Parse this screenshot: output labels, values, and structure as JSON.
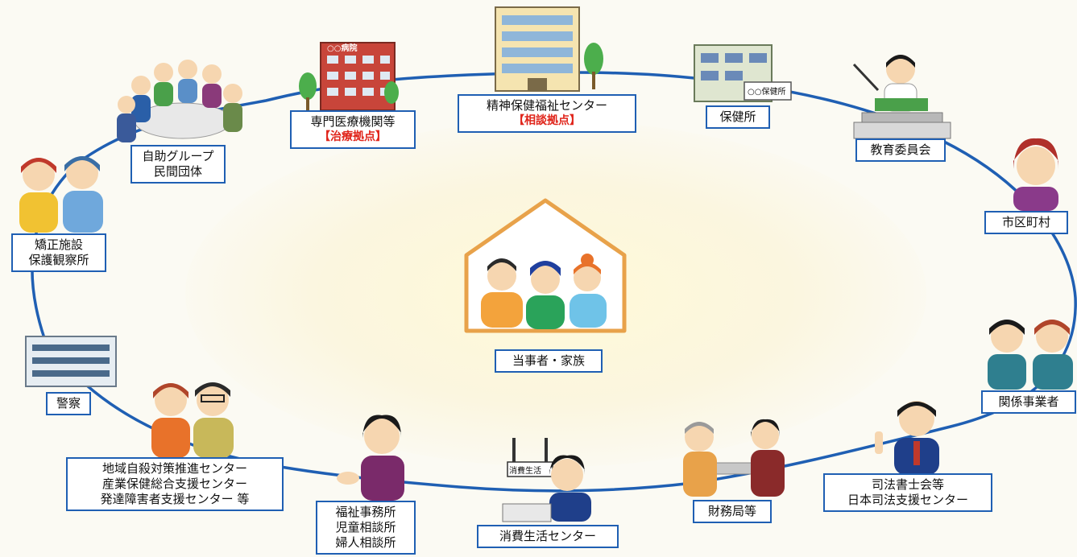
{
  "center": {
    "label": "当事者・家族"
  },
  "nodes": {
    "mental_health_center": {
      "lines": [
        "精神保健福祉センター"
      ],
      "tag": "【相談拠点】"
    },
    "hospital": {
      "lines": [
        "専門医療機関等"
      ],
      "tag": "【治療拠点】",
      "sign": "○○病院"
    },
    "self_help": {
      "lines": [
        "自助グループ",
        "民間団体"
      ]
    },
    "correctional": {
      "lines": [
        "矯正施設",
        "保護観察所"
      ]
    },
    "police": {
      "lines": [
        "警察"
      ]
    },
    "regional_centers": {
      "lines": [
        "地域自殺対策推進センター",
        "産業保健総合支援センター",
        "発達障害者支援センター 等"
      ]
    },
    "welfare_office": {
      "lines": [
        "福祉事務所",
        "児童相談所",
        "婦人相談所"
      ]
    },
    "consumer_center": {
      "lines": [
        "消費生活センター"
      ],
      "sign": "消費生活"
    },
    "finance_bureau": {
      "lines": [
        "財務局等"
      ]
    },
    "judicial": {
      "lines": [
        "司法書士会等",
        "日本司法支援センター"
      ]
    },
    "business": {
      "lines": [
        "関係事業者"
      ]
    },
    "municipality": {
      "lines": [
        "市区町村"
      ]
    },
    "education_board": {
      "lines": [
        "教育委員会"
      ]
    },
    "public_health": {
      "lines": [
        "保健所"
      ],
      "sign": "○○保健所"
    }
  },
  "colors": {
    "line": "#1f5fb3",
    "tag": "#e0251b",
    "roof": "#e8a24a"
  }
}
